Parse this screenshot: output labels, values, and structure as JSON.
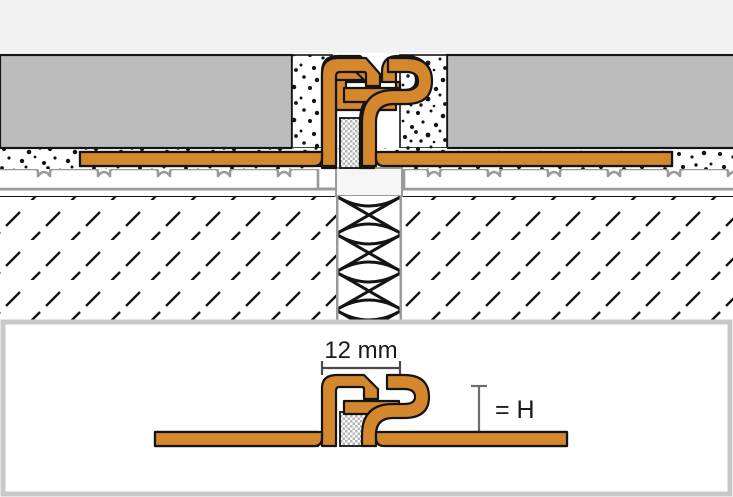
{
  "figure": {
    "title": "Movement joint profile cross-section detail",
    "type": "technical-cross-section-drawing",
    "background_color": "#ffffff"
  },
  "colors": {
    "profile_orange": "#d4872c",
    "profile_outline": "#1a1a1a",
    "tile_gray": "#bcbcbc",
    "mortar_white": "#ffffff",
    "speckle_black": "#1a1a1a",
    "membrane_gray": "#9a9a9a",
    "substrate_hatch": "#1a1a1a",
    "panel_border": "#c8c8c8",
    "upper_background": "#f2f2f2",
    "joint_filler_gray": "#b0b0b0",
    "text_black": "#1a1a1a"
  },
  "upper_detail": {
    "name": "installed-assembly-cross-section",
    "layers": [
      {
        "name": "background-air",
        "label": "",
        "fill": "#f2f2f2"
      },
      {
        "name": "tile-covering",
        "label": "",
        "fill": "#bcbcbc"
      },
      {
        "name": "thin-set-mortar-bed",
        "label": "",
        "fill": "#ffffff",
        "pattern": "speckled"
      },
      {
        "name": "uncoupling-membrane",
        "label": "",
        "fill": "#ffffff",
        "pattern": "dovetail-cavities"
      },
      {
        "name": "concrete-substrate",
        "label": "",
        "fill": "#ffffff",
        "pattern": "diagonal-hatch"
      }
    ],
    "center_joint": {
      "name": "expansion-joint-cavity",
      "pattern": "zigzag-crossing",
      "label": ""
    },
    "joint_filler": {
      "name": "foam-insert",
      "pattern": "fine-checker",
      "label": ""
    }
  },
  "lower_detail": {
    "name": "profile-section-callout",
    "panel_border_color": "#c8c8c8",
    "dimension": {
      "name": "width-dimension",
      "value": "12 mm",
      "orientation": "horizontal"
    },
    "height_marker": {
      "name": "height-dimension",
      "value": "= H",
      "orientation": "vertical"
    }
  }
}
